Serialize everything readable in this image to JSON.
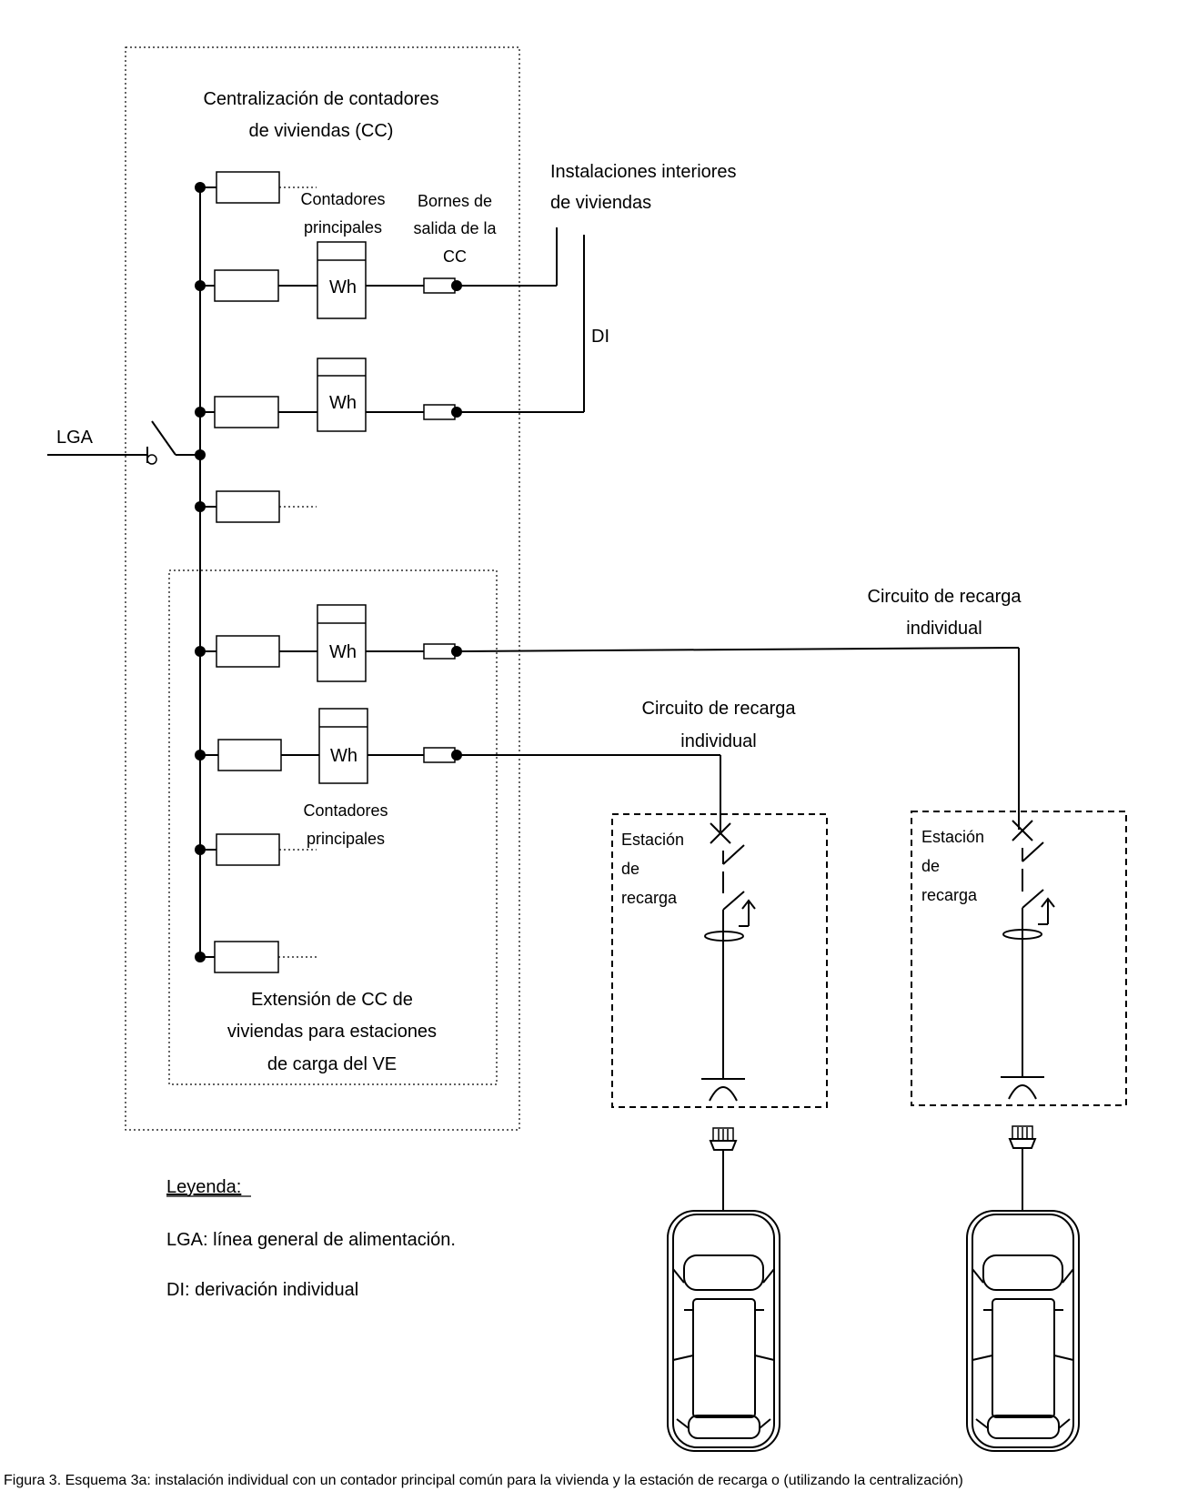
{
  "labels": {
    "cc_title_line1": "Centralización de contadores",
    "cc_title_line2": "de viviendas (CC)",
    "instalaciones_line1": "Instalaciones interiores",
    "instalaciones_line2": "de viviendas",
    "contadores_top_line1": "Contadores",
    "contadores_top_line2": "principales",
    "bornes_line1": "Bornes de",
    "bornes_line2": "salida de la",
    "bornes_line3": "CC",
    "di": "DI",
    "lga": "LGA",
    "meter_symbol": "Wh",
    "circuito_right_line1": "Circuito de recarga",
    "circuito_right_line2": "individual",
    "circuito_left_line1": "Circuito de recarga",
    "circuito_left_line2": "individual",
    "contadores_bottom_line1": "Contadores",
    "contadores_bottom_line2": "principales",
    "estacion_left_line1": "Estación",
    "estacion_left_line2": "de",
    "estacion_left_line3": "recarga",
    "estacion_right_line1": "Estación",
    "estacion_right_line2": "de",
    "estacion_right_line3": "recarga",
    "extension_line1": "Extensión de CC de",
    "extension_line2": "viviendas para estaciones",
    "extension_line3": "de carga del VE",
    "legend_title": "Leyenda:",
    "legend_lga": "LGA: línea general de alimentación.",
    "legend_di": "DI: derivación individual"
  },
  "caption": "Figura 3. Esquema 3a: instalación individual con un contador principal común para la vivienda y la estación de recarga o (utilizando la centralización)"
}
